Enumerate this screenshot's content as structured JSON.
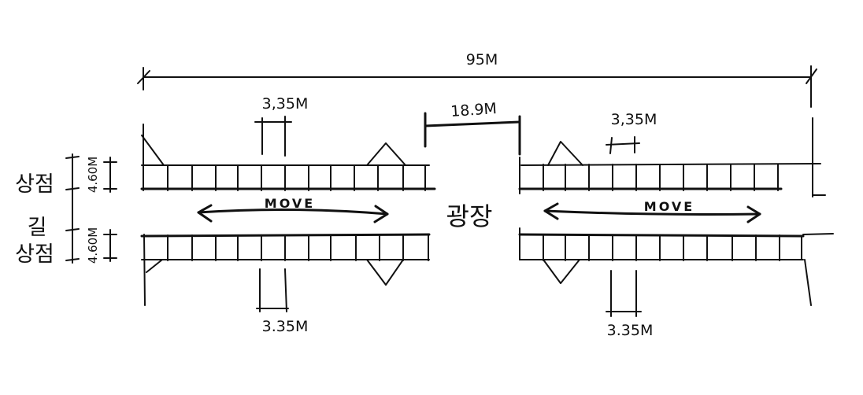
{
  "overall_width_label": "95M",
  "plaza_width_label": "18.9M",
  "unit_width_labels": {
    "top_left": "3,35M",
    "top_right": "3,35M",
    "bottom_left": "3.35M",
    "bottom_right": "3.35M"
  },
  "depth_labels": {
    "upper": "4.60M",
    "lower": "4.60M"
  },
  "zone_labels": {
    "upper_shops": "상점",
    "street": "길",
    "lower_shops": "상점",
    "plaza": "광장"
  },
  "flow_labels": {
    "left": "MOVE",
    "right": "MOVE"
  }
}
